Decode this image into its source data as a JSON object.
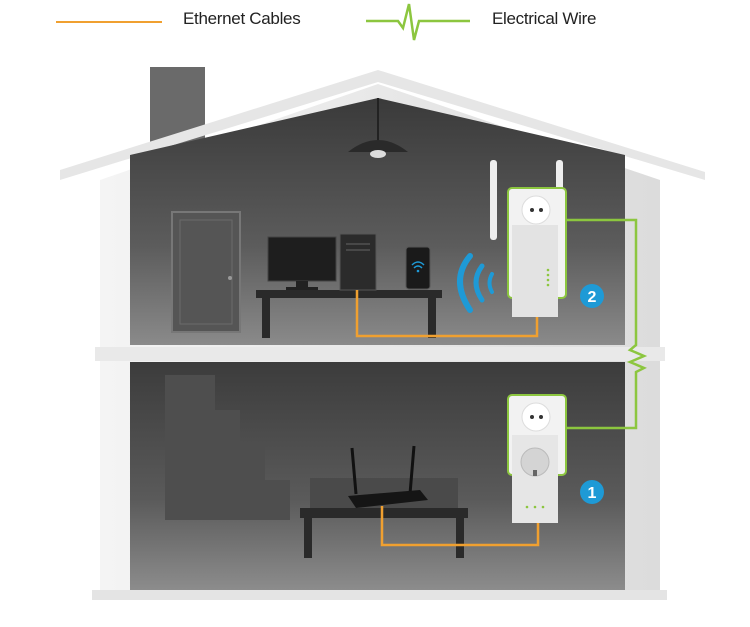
{
  "legend": {
    "ethernet_label": "Ethernet Cables",
    "electrical_label": "Electrical Wire"
  },
  "devices": {
    "extender_badge": "2",
    "adapter_badge": "1"
  },
  "colors": {
    "ethernet": "#f0a030",
    "electrical": "#8cc63f",
    "badge": "#1e9ad6",
    "wifi": "#1e9ad6"
  }
}
